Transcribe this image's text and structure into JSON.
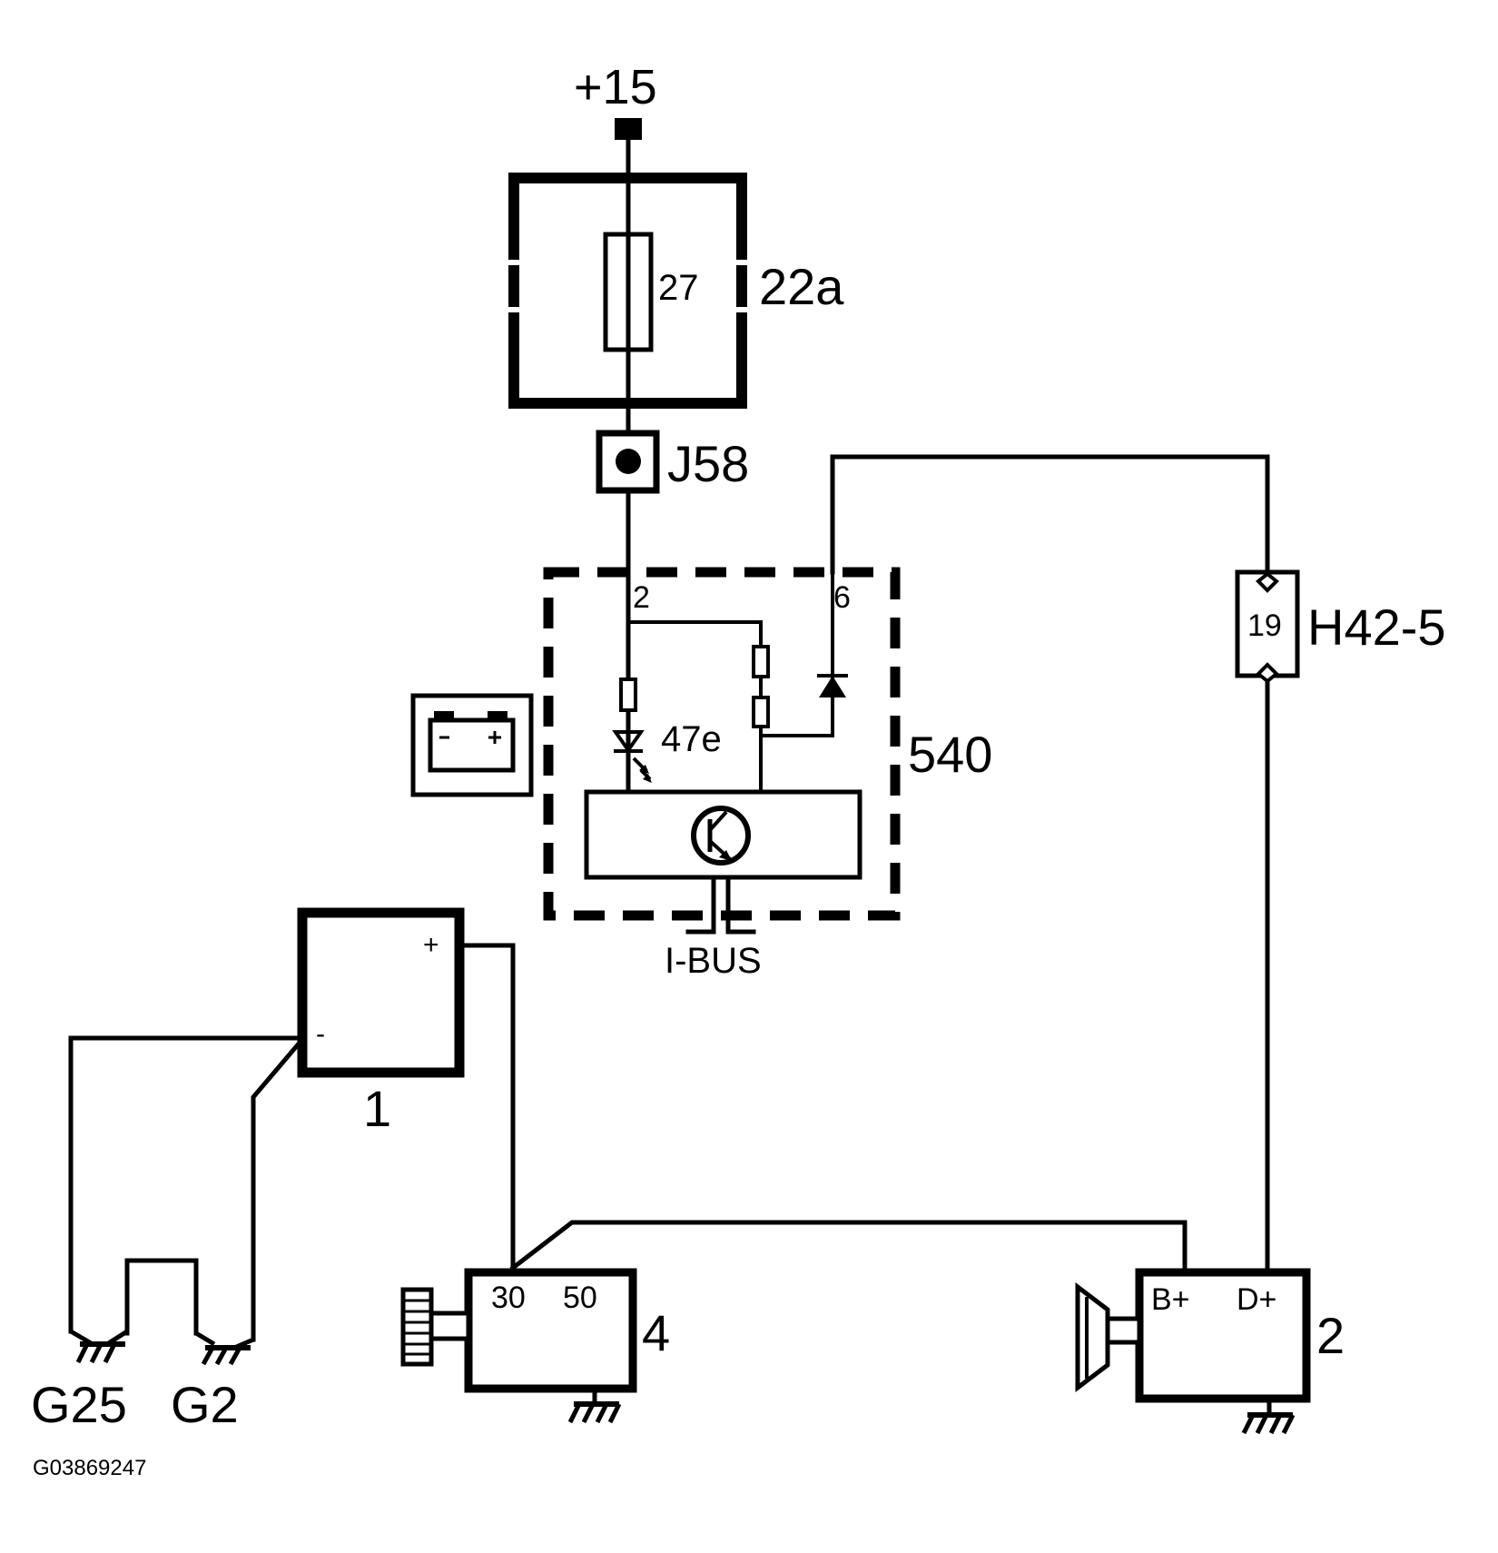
{
  "labels": {
    "supply": "+15",
    "fuse_box": "22a",
    "fuse_number": "27",
    "connector_j58": "J58",
    "pin_2": "2",
    "pin_6": "6",
    "warning_lamp": "47e",
    "instrument_cluster": "540",
    "bus": "I-BUS",
    "connector_h42": "H42-5",
    "connector_pin": "19",
    "battery": "1",
    "battery_plus": "+",
    "battery_minus": "-",
    "starter": "4",
    "starter_term_30": "30",
    "starter_term_50": "50",
    "alternator": "2",
    "alternator_b": "B+",
    "alternator_d": "D+",
    "ground_g25": "G25",
    "ground_g2": "G2",
    "figure_id": "G03869247"
  },
  "icons": {
    "battery_warning": "battery-icon",
    "lamp": "led-lamp-icon",
    "diode": "diode-icon",
    "transistor": "transistor-icon",
    "ground": "ground-icon",
    "pinion": "pinion-gear-icon",
    "pulley": "pulley-icon"
  }
}
